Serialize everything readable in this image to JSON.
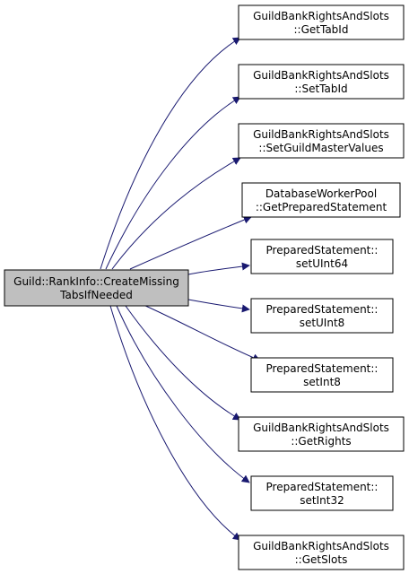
{
  "colors": {
    "root_fill": "#bfbfbf",
    "node_fill": "#ffffff",
    "border": "#000000",
    "edge": "#191970"
  },
  "root": {
    "line1": "Guild::RankInfo::CreateMissing",
    "line2": "TabsIfNeeded"
  },
  "callees": [
    {
      "line1": "GuildBankRightsAndSlots",
      "line2": "::GetTabId"
    },
    {
      "line1": "GuildBankRightsAndSlots",
      "line2": "::SetTabId"
    },
    {
      "line1": "GuildBankRightsAndSlots",
      "line2": "::SetGuildMasterValues"
    },
    {
      "line1": "DatabaseWorkerPool",
      "line2": "::GetPreparedStatement"
    },
    {
      "line1": "PreparedStatement::",
      "line2": "setUInt64"
    },
    {
      "line1": "PreparedStatement::",
      "line2": "setUInt8"
    },
    {
      "line1": "PreparedStatement::",
      "line2": "setInt8"
    },
    {
      "line1": "GuildBankRightsAndSlots",
      "line2": "::GetRights"
    },
    {
      "line1": "PreparedStatement::",
      "line2": "setInt32"
    },
    {
      "line1": "GuildBankRightsAndSlots",
      "line2": "::GetSlots"
    }
  ]
}
